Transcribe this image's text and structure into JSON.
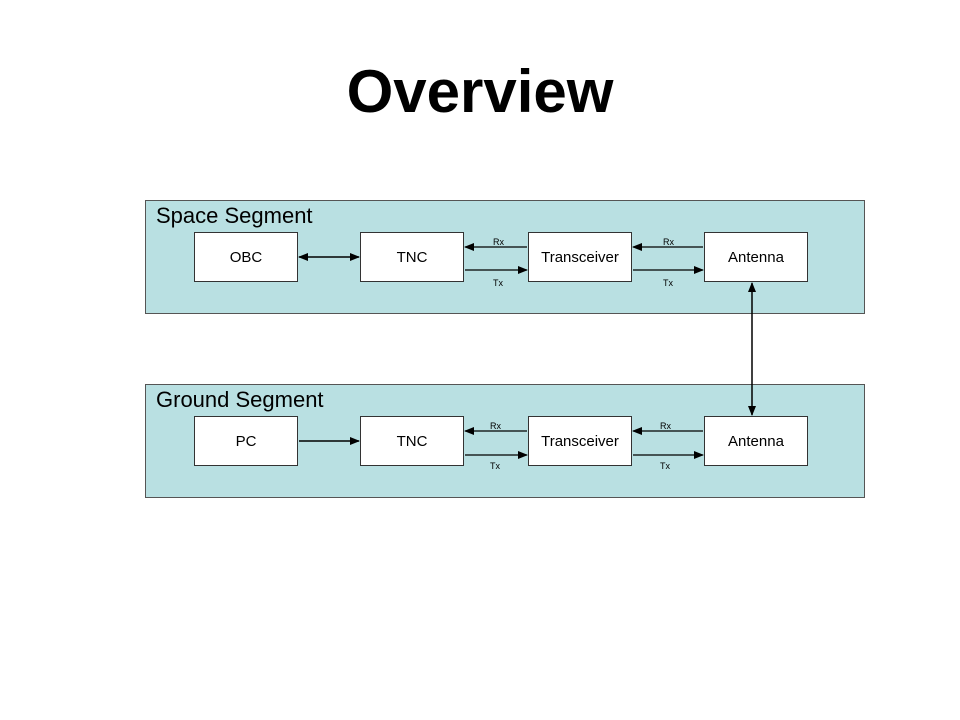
{
  "title": "Overview",
  "space_segment": {
    "label": "Space Segment",
    "blocks": [
      "OBC",
      "TNC",
      "Transceiver",
      "Antenna"
    ],
    "link_labels": {
      "rx_1": "Rx",
      "tx_1": "Tx",
      "rx_2": "Rx",
      "tx_2": "Tx"
    }
  },
  "ground_segment": {
    "label": "Ground Segment",
    "blocks": [
      "PC",
      "TNC",
      "Transceiver",
      "Antenna"
    ],
    "link_labels": {
      "rx_1": "Rx",
      "tx_1": "Tx",
      "rx_2": "Rx",
      "tx_2": "Tx"
    }
  }
}
